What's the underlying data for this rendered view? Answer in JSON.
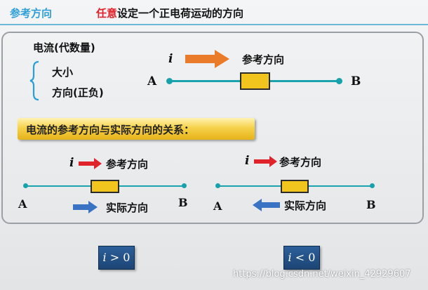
{
  "header": {
    "title": "参考方向",
    "subtitle_emphasis": "任意",
    "subtitle_rest": "设定一个正电荷运动的方向"
  },
  "definition": {
    "heading": "电流(代数量)",
    "items": [
      "大小",
      "方向(正负)"
    ]
  },
  "top_diagram": {
    "current_symbol": "i",
    "arrow_label": "参考方向",
    "end_a": "A",
    "end_b": "B",
    "arrow_color": "#ea7b2b"
  },
  "banner": {
    "text": "电流的参考方向与实际方向的关系："
  },
  "cases": [
    {
      "current_symbol": "i",
      "reference_label": "参考方向",
      "actual_label": "实际方向",
      "end_a": "A",
      "end_b": "B",
      "condition_var": "i",
      "condition_rest": " > 0"
    },
    {
      "current_symbol": "i",
      "reference_label": "参考方向",
      "actual_label": "实际方向",
      "end_a": "A",
      "end_b": "B",
      "condition_var": "i",
      "condition_rest": " < 0"
    }
  ],
  "colors": {
    "title": "#2f9fd8",
    "emphasis": "#e0222a",
    "wire": "#1aa3ad",
    "element": "#f1c51d",
    "reference_arrow": "#e0222a",
    "actual_arrow": "#3a73c4",
    "condition_box": "#2c5f9a"
  },
  "watermark": "https://blog.csdn.net/weixin_42929607"
}
